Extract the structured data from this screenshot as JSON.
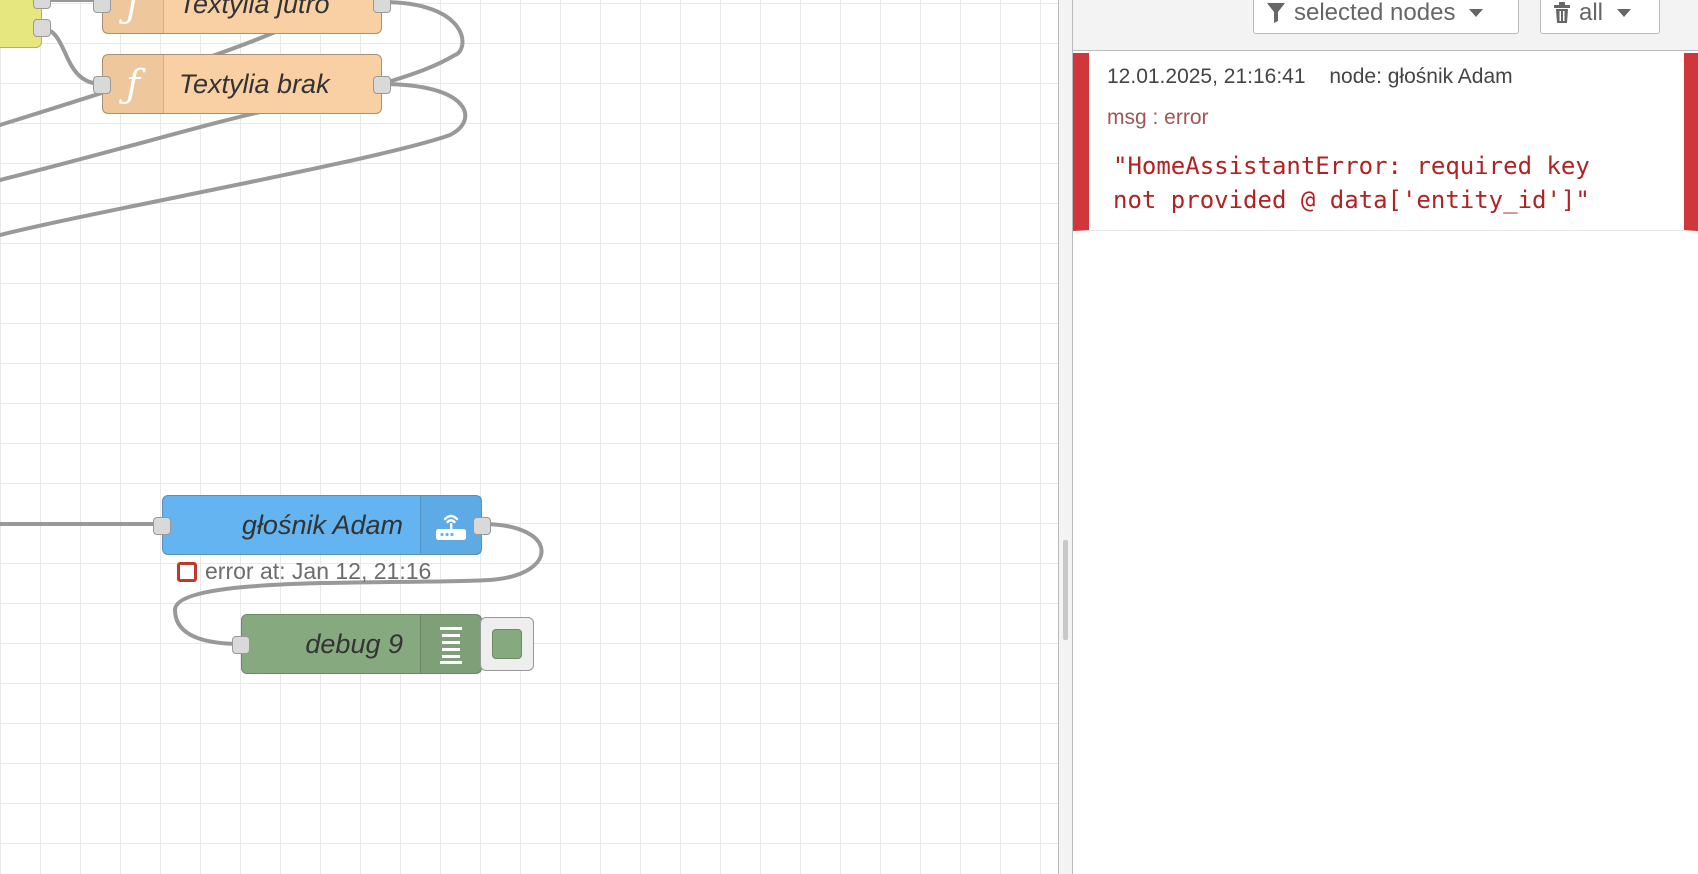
{
  "workspace": {
    "nodes": {
      "function_top": {
        "label": "Textylia jutro",
        "icon": "function-icon"
      },
      "function_brak": {
        "label": "Textylia brak",
        "icon": "function-icon"
      },
      "ha_service": {
        "label": "głośnik Adam",
        "icon": "router-icon",
        "status_text": "error at: Jan 12, 21:16",
        "status_color": "#c0392b"
      },
      "debug": {
        "label": "debug 9",
        "icon": "debug-list-icon",
        "active": true
      }
    }
  },
  "sidebar": {
    "toolbar": {
      "filter_label": "selected nodes",
      "clear_label": "all"
    },
    "messages": [
      {
        "timestamp": "12.01.2025, 21:16:41",
        "node": "node: głośnik Adam",
        "topic": "msg : error",
        "value": "\"HomeAssistantError: required key\nnot provided @ data['entity_id']\"",
        "level_color": "#d0373b"
      }
    ]
  }
}
